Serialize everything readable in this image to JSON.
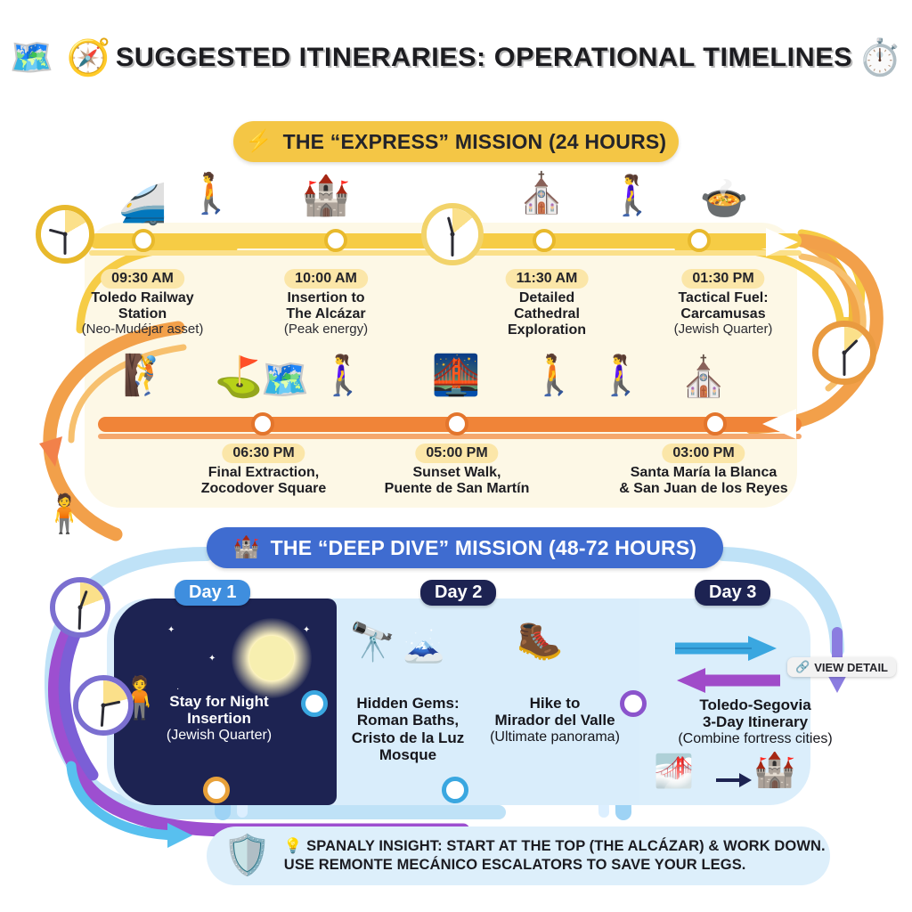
{
  "header": {
    "title": "SUGGESTED ITINERARIES: OPERATIONAL TIMELINES",
    "left_icon_1": "map-icon",
    "left_icon_2": "compass-icon",
    "right_icon": "stopwatch-icon"
  },
  "express": {
    "banner_label": "THE “EXPRESS” MISSION (24 HOURS)",
    "banner_icon": "lightning-bolt-icon",
    "accent_color": "#f4c645",
    "row2_accent_color": "#f08438",
    "stops": [
      {
        "time": "09:30 AM",
        "line1": "Toledo Railway",
        "line2": "Station",
        "note": "(Neo-Mudéjar asset)",
        "icon": "train-icon"
      },
      {
        "time": "10:00 AM",
        "line1": "Insertion to",
        "line2": "The Alcázar",
        "note": "(Peak energy)",
        "icon": "castle-icon"
      },
      {
        "time": "11:30 AM",
        "line1": "Detailed",
        "line2": "Cathedral",
        "line3": "Exploration",
        "note": "",
        "icon": "cathedral-icon"
      },
      {
        "time": "01:30 PM",
        "line1": "Tactical Fuel:",
        "line2": "Carcamusas",
        "note": "(Jewish Quarter)",
        "icon": "stew-pot-icon"
      }
    ],
    "stops_row2": [
      {
        "time": "06:30 PM",
        "line1": "Final Extraction,",
        "line2": "Zocodover Square",
        "icon": "flag-hill-icon"
      },
      {
        "time": "05:00 PM",
        "line1": "Sunset Walk,",
        "line2": "Puente de San Martín",
        "icon": "bridge-sunset-icon"
      },
      {
        "time": "03:00 PM",
        "line1": "Santa María la Blanca",
        "line2": "& San Juan de los Reyes",
        "icon": "synagogue-monastery-icon"
      }
    ]
  },
  "deep_dive": {
    "banner_label": "THE “DEEP DIVE” MISSION (48-72 HOURS)",
    "banner_icon": "castle-icon",
    "banner_color": "#3f6cd0",
    "days": [
      {
        "badge": "Day 1",
        "badge_color": "#3f8ede",
        "line1": "Stay for Night",
        "line2": "Insertion",
        "note": "(Jewish Quarter)",
        "icon": "moon-night-icon"
      },
      {
        "badge": "Day 2",
        "badge_color": "#1d2352",
        "col_a": {
          "line1": "Hidden Gems:",
          "line2": "Roman Baths,",
          "line3": "Cristo de la Luz",
          "line4": "Mosque",
          "icon_a": "telescope-icon",
          "icon_b": "cave-icon"
        },
        "col_b": {
          "line1": "Hike to",
          "line2": "Mirador del Valle",
          "note": "(Ultimate panorama)",
          "icon": "hiking-boot-icon"
        }
      },
      {
        "badge": "Day 3",
        "badge_color": "#1d2352",
        "line1": "Toledo-Segovia",
        "line2": "3-Day Itinerary",
        "note": "(Combine fortress cities)",
        "icon_a": "aqueduct-icon",
        "icon_b": "alcazar-icon",
        "arrow_right_icon": "arrow-right-icon",
        "arrow_left_icon": "arrow-left-icon"
      }
    ],
    "view_detail": {
      "label": "VIEW DETAIL",
      "icon": "link-icon"
    }
  },
  "footer": {
    "icon": "shield-icon",
    "bulb_icon": "lightbulb-icon",
    "line1": "SPANALY INSIGHT: START AT THE TOP (THE ALCÁZAR) & WORK DOWN.",
    "line2": "USE REMONTE MECÁNICO ESCALATORS TO SAVE YOUR LEGS."
  }
}
